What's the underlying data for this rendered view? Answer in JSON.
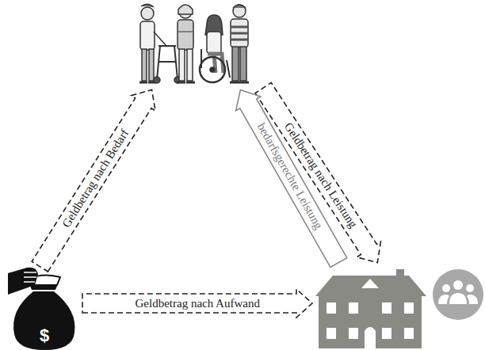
{
  "diagram": {
    "nodes": [
      {
        "text": []
      },
      {
        "text": []
      },
      {
        "text": []
      }
    ],
    "edges": [
      {
        "from": 1,
        "to": 0,
        "arrow": "to",
        "label": "Geldbetrag nach Bedarf"
      },
      {
        "from": 1,
        "to": 2,
        "arrow": "to",
        "label": "Geldbetrag nach Aufwand"
      },
      {
        "from": 0,
        "to": 2,
        "arrow": "to",
        "label": "Geldbetrag nach Leistung"
      },
      {
        "from": 2,
        "to": 0,
        "arrow": "to",
        "label": "bedarfsgerechte Leistung"
      }
    ],
    "labels": [
      "$"
    ]
  }
}
